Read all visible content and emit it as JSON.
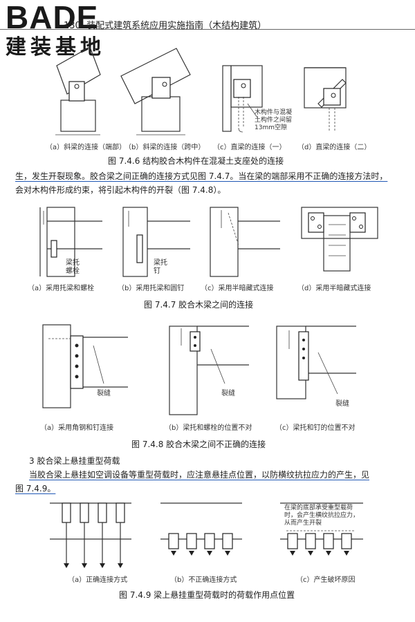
{
  "header": {
    "logo_latin": "BADE",
    "logo_chinese": "建装基地",
    "page_number": "130",
    "running_title": "装配式建筑系统应用实施指南（木结构建筑）"
  },
  "fig_7_4_6": {
    "captions": [
      "（a）斜梁的连接（端部）",
      "（b）斜梁的连接（跨中）",
      "（c）直梁的连接（一）",
      "（d）直梁的连接（二）"
    ],
    "note": [
      "木构件与混凝",
      "土构件之间留",
      "13mm空隙"
    ],
    "title": "图 7.4.6   结构胶合木构件在混凝土支座处的连接"
  },
  "para1": {
    "line1": "生，发生开裂现象。胶合梁之间正确的连接方式见图 7.4.7。当在梁的端部采用不正确的连接方法时，",
    "line2": "会对木构件形成约束，将引起木构件的开裂（图 7.4.8）。"
  },
  "fig_7_4_7": {
    "labels": {
      "hanger": "梁托",
      "bolt": "螺栓",
      "hanger2": "梁托",
      "nail": "钉"
    },
    "captions": [
      "（a）采用托梁和螺栓",
      "（b）采用托梁和圆钉",
      "（c）采用半暗藏式连接",
      "（d）采用半暗藏式连接"
    ],
    "title": "图 7.4.7   胶合木梁之间的连接"
  },
  "fig_7_4_8": {
    "crack_label": "裂缝",
    "captions": [
      "（a）采用角钢和钉连接",
      "（b）梁托和螺栓的位置不对",
      "（c）梁托和钉的位置不对"
    ],
    "title": "图 7.4.8   胶合木梁之间不正确的连接"
  },
  "section3": {
    "heading": "3   胶合梁上悬挂重型荷载",
    "line1": "当胶合梁上悬挂如空调设备等重型荷载时，应注意悬挂点位置，以防横纹抗拉应力的产生，见",
    "line2": "图 7.4.9。"
  },
  "fig_7_4_9": {
    "note": [
      "在梁的底部承受重型载荷",
      "时，会产生横纹抗拉应力，",
      "从而产生开裂"
    ],
    "captions": [
      "（a）正确连接方式",
      "（b）不正确连接方式",
      "（c）产生破坏原因"
    ],
    "title": "图 7.4.9   梁上悬挂重型荷载时的荷载作用点位置"
  },
  "colors": {
    "text": "#222222",
    "underline": "#1f57b5",
    "line": "#333333"
  }
}
